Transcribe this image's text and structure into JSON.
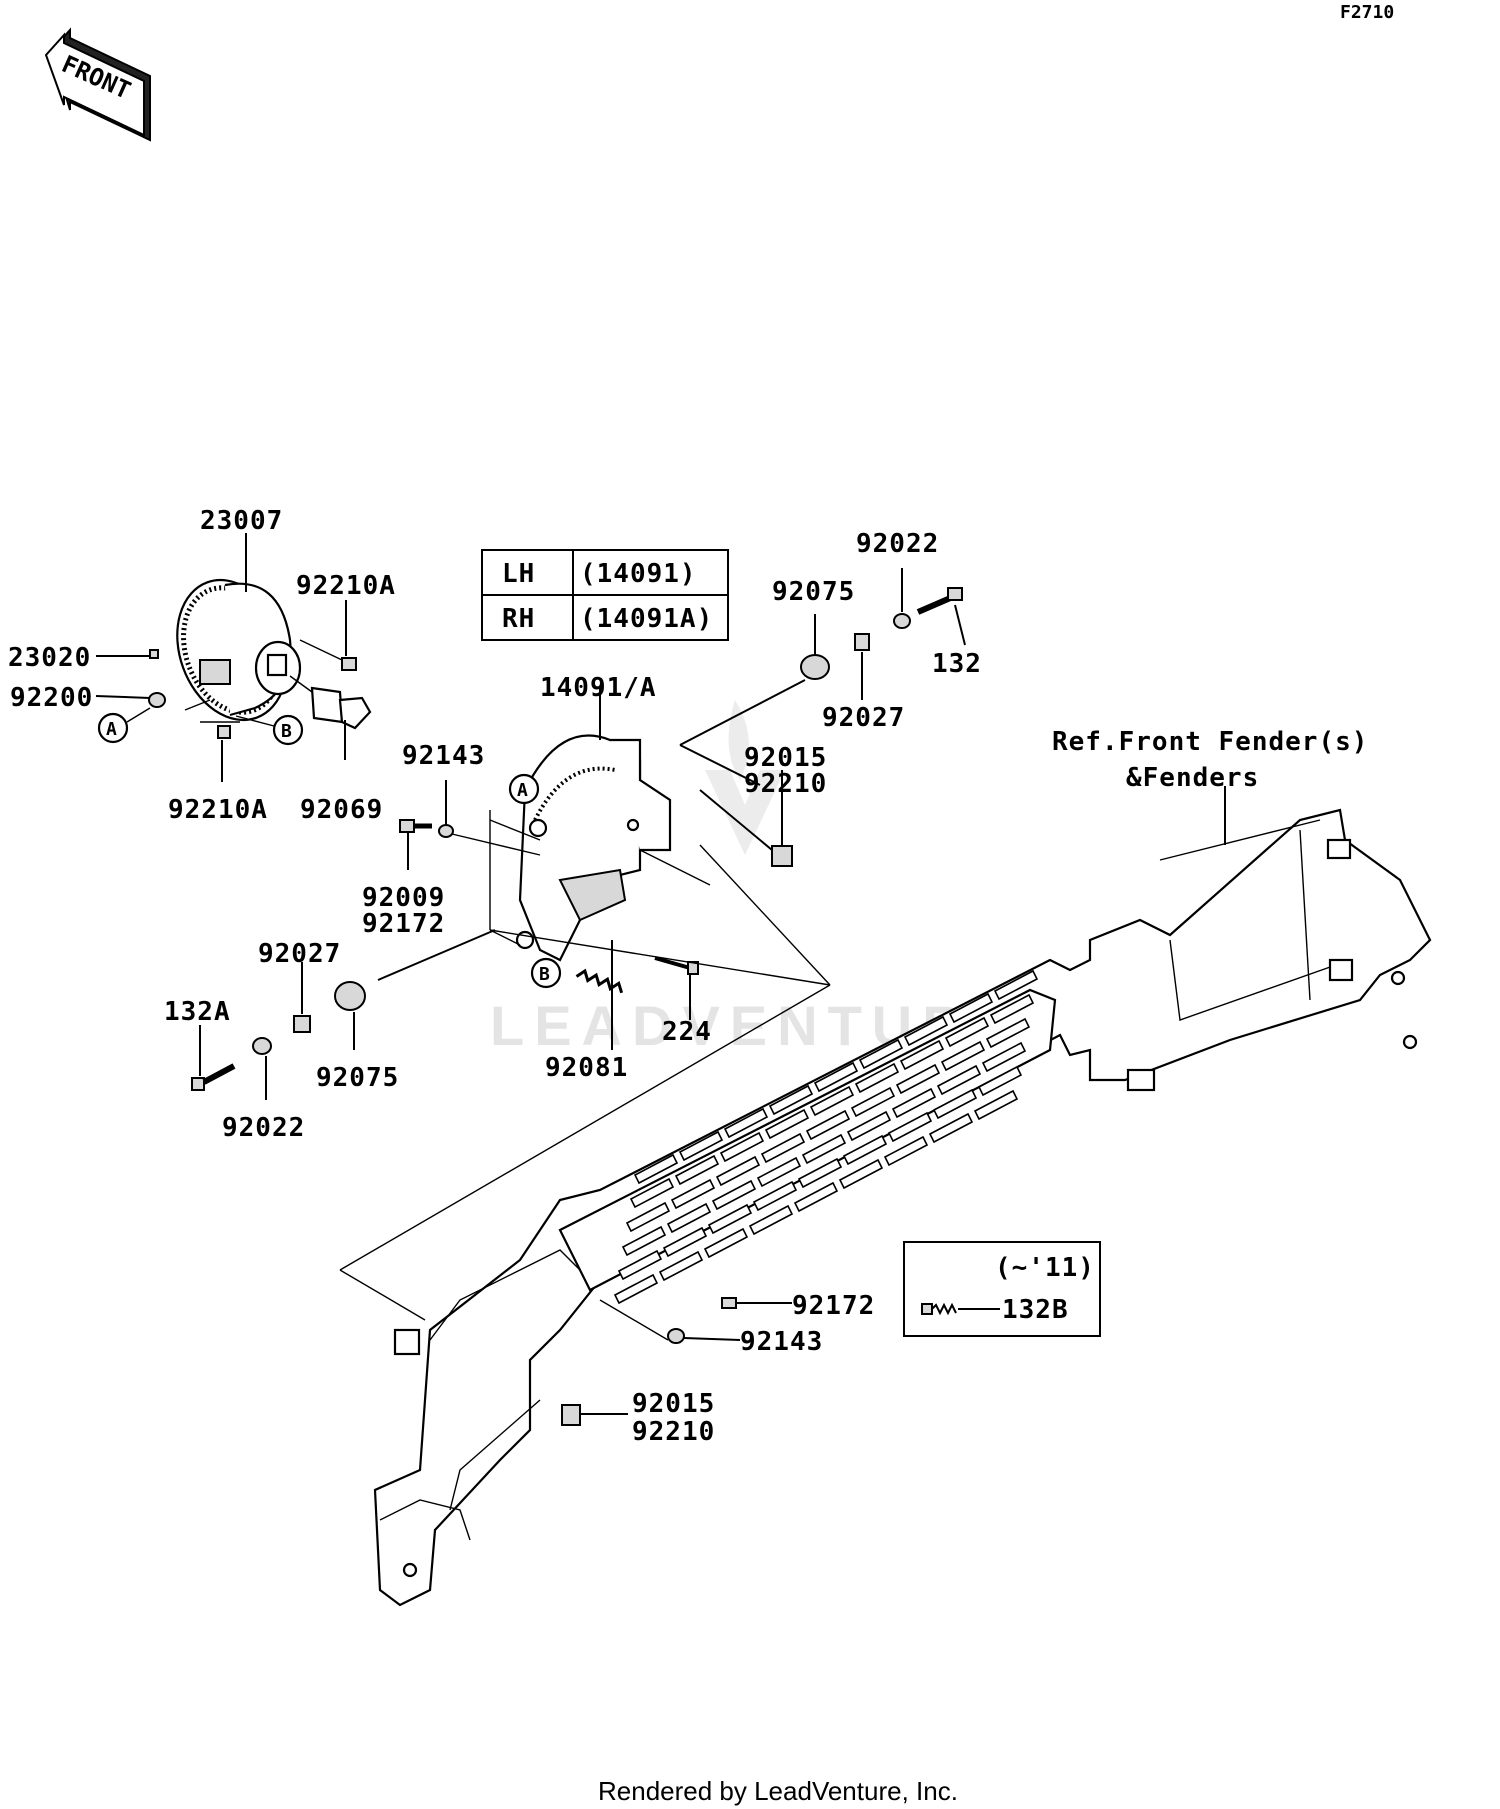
{
  "diagram_code": "F2710",
  "front_arrow_label": "FRONT",
  "footer": "Rendered by LeadVenture, Inc.",
  "watermark": "LEADVENTURE",
  "side_table": {
    "rows": [
      {
        "side": "LH",
        "part": "(14091)"
      },
      {
        "side": "RH",
        "part": "(14091A)"
      }
    ]
  },
  "reference_note": {
    "line1": "Ref.Front Fender(s)",
    "line2": "&Fenders"
  },
  "year_note": {
    "range": "(~'11)",
    "part": "132B"
  },
  "callouts": {
    "A": "A",
    "B": "B"
  },
  "parts": [
    {
      "id": "p23007",
      "label": "23007"
    },
    {
      "id": "p92210A_top",
      "label": "92210A"
    },
    {
      "id": "p23020",
      "label": "23020"
    },
    {
      "id": "p92200",
      "label": "92200"
    },
    {
      "id": "p92210A_bottom",
      "label": "92210A"
    },
    {
      "id": "p92069",
      "label": "92069"
    },
    {
      "id": "p92022_top",
      "label": "92022"
    },
    {
      "id": "p92075_top",
      "label": "92075"
    },
    {
      "id": "p132",
      "label": "132"
    },
    {
      "id": "p92027_top",
      "label": "92027"
    },
    {
      "id": "p14091",
      "label": "14091/A"
    },
    {
      "id": "p92015_top",
      "label": "92015"
    },
    {
      "id": "p92210_top",
      "label": "92210"
    },
    {
      "id": "p92143_top",
      "label": "92143"
    },
    {
      "id": "p92009",
      "label": "92009"
    },
    {
      "id": "p92172_left",
      "label": "92172"
    },
    {
      "id": "p92027_left",
      "label": "92027"
    },
    {
      "id": "p132A",
      "label": "132A"
    },
    {
      "id": "p92075_left",
      "label": "92075"
    },
    {
      "id": "p92022_left",
      "label": "92022"
    },
    {
      "id": "p224",
      "label": "224"
    },
    {
      "id": "p92081",
      "label": "92081"
    },
    {
      "id": "p92172_right",
      "label": "92172"
    },
    {
      "id": "p92143_right",
      "label": "92143"
    },
    {
      "id": "p92015_bottom",
      "label": "92015"
    },
    {
      "id": "p92210_bottom",
      "label": "92210"
    }
  ]
}
